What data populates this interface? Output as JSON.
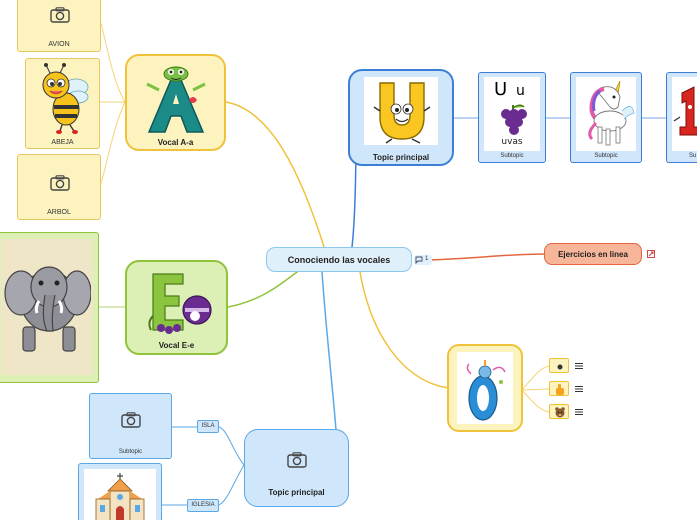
{
  "central": {
    "label": "Conociendo las vocales",
    "comment_count": "1"
  },
  "branch_a": {
    "label": "Vocal A-a",
    "letter": "A",
    "children": [
      {
        "label": "AVION",
        "image": "camera-icon"
      },
      {
        "label": "ABEJA",
        "image": "bee-image"
      },
      {
        "label": "ARBOL",
        "image": "camera-icon"
      }
    ]
  },
  "branch_e": {
    "label": "Vocal E-e",
    "letter": "Ee",
    "child_image": "elephant-image"
  },
  "topic_u": {
    "label": "Topic principal",
    "letter": "U",
    "subtopics": [
      {
        "label": "Subtopic",
        "image": "uvas-image",
        "caption_upper": "U",
        "caption_lower": "u",
        "word": "uvas"
      },
      {
        "label": "Subtopic",
        "image": "unicorn-image"
      },
      {
        "label": "Su",
        "image": "number-one-image"
      }
    ]
  },
  "ejercicios": {
    "label": "Ejercicios en linea"
  },
  "branch_o": {
    "letter": "O",
    "small_items": [
      "dot-image",
      "hand-image",
      "bear-image"
    ]
  },
  "topic_bottom": {
    "label": "Topic principal",
    "children": [
      {
        "tag": "ISLA",
        "label": "Subtopic"
      },
      {
        "tag": "IGLESIA",
        "label": ""
      }
    ]
  },
  "colors": {
    "central_bg": "#dff0fb",
    "central_border": "#8cc8ee",
    "yellow_bg": "#fdf3bf",
    "yellow_border": "#f0c23a",
    "green_bg": "#dcefb5",
    "green_border": "#8fc33c",
    "blue_bg": "#cfe6fb",
    "blue_border": "#3d7fd6",
    "red_bg": "#f7b59a",
    "red_border": "#e2663f"
  }
}
